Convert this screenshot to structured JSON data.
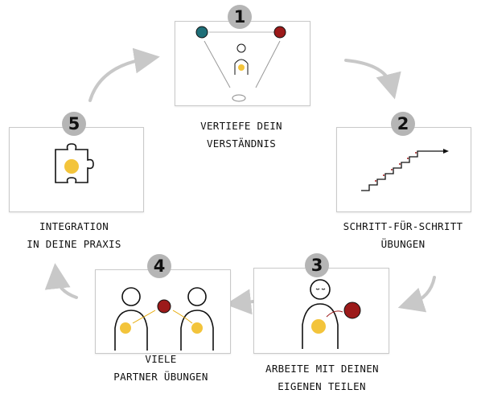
{
  "steps": [
    {
      "number": "1",
      "caption": [
        "VERTIEFE DEIN",
        "VERSTÄNDNIS"
      ]
    },
    {
      "number": "2",
      "caption": [
        "SCHRITT-FÜR-SCHRITT",
        "ÜBUNGEN"
      ]
    },
    {
      "number": "3",
      "caption": [
        "ARBEITE MIT DEINEN",
        "EIGENEN TEILEN"
      ]
    },
    {
      "number": "4",
      "caption": [
        "VIELE",
        "PARTNER ÜBUNGEN"
      ]
    },
    {
      "number": "5",
      "caption": [
        "INTEGRATION",
        "IN DEINE PRAXIS"
      ]
    }
  ],
  "colors": {
    "teal": "#1f6f78",
    "dark_red": "#9c1a1a",
    "yellow": "#f3c43b",
    "arrow_gray": "#c8c8c8",
    "badge_gray": "#b5b5b5"
  },
  "icons": [
    "triangle-relationship-icon",
    "staircase-icon",
    "person-with-part-icon",
    "partner-exercise-icon",
    "puzzle-piece-icon"
  ]
}
